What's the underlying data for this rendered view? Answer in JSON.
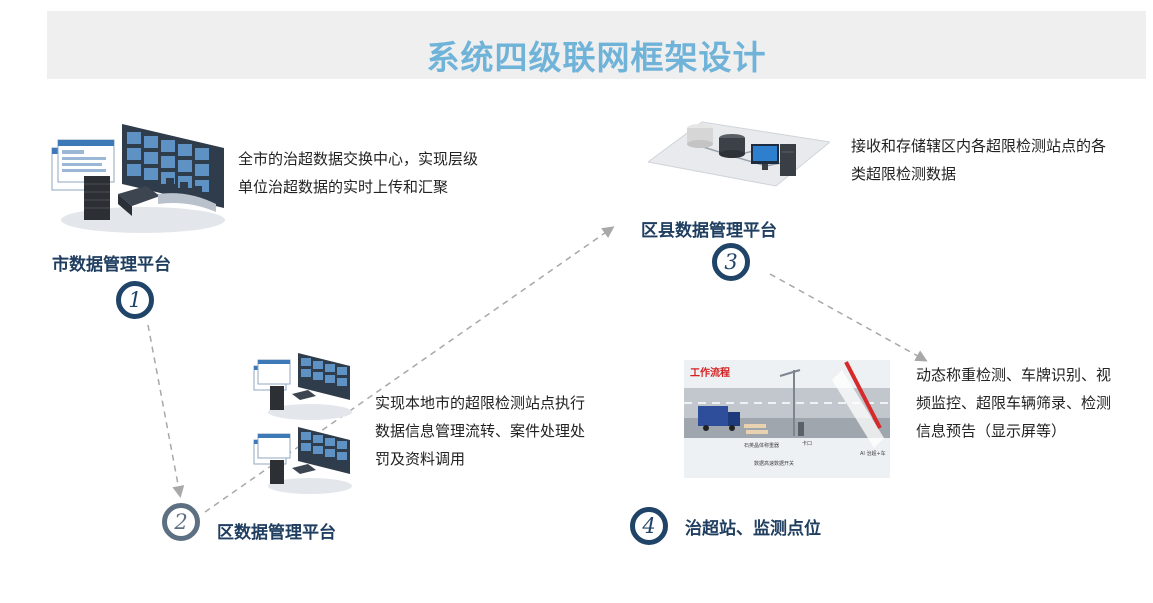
{
  "title": "系统四级联网框架设计",
  "nodes": [
    {
      "number": "1",
      "label": "市数据管理平台",
      "description": [
        "全市的治超数据交换中心，实现层级",
        "单位治超数据的实时上传和汇聚"
      ]
    },
    {
      "number": "2",
      "label": "区数据管理平台",
      "description": [
        "实现本地市的超限检测站点执行",
        "数据信息管理流转、案件处理处",
        "罚及资料调用"
      ]
    },
    {
      "number": "3",
      "label": "区县数据管理平台",
      "description": [
        "接收和存储辖区内各超限检测站点的各",
        "类超限检测数据"
      ]
    },
    {
      "number": "4",
      "label": "治超站、监测点位",
      "description": [
        "动态称重检测、车牌识别、视",
        "频监控、超限车辆筛录、检测",
        "信息预告（显示屏等）"
      ]
    }
  ],
  "workflow_image": {
    "heading": "工作流程",
    "labels": [
      "石英晶体称重器",
      "卡口",
      "数据高速数据开关",
      "AI 治超+车"
    ]
  },
  "colors": {
    "title": "#6fb3d9",
    "label": "#1f3e60",
    "circle": "#1f4467",
    "arrow": "#a8a8a8"
  }
}
